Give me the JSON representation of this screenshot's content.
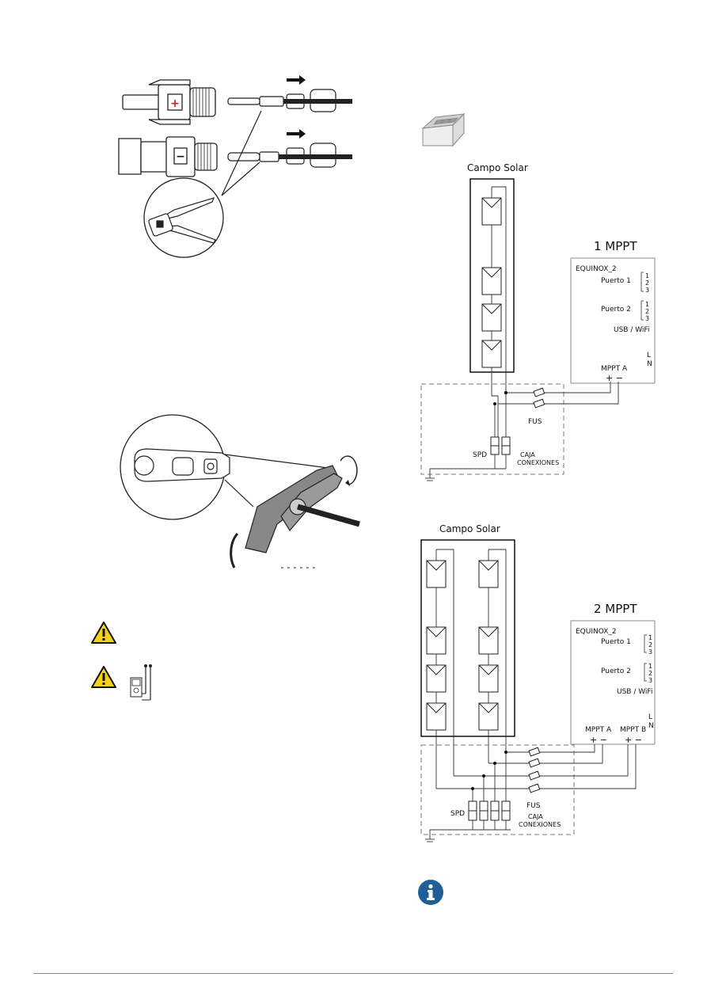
{
  "diagram1": {
    "field_label": "Campo Solar",
    "title": "1 MPPT",
    "inverter": {
      "model": "EQUINOX_2",
      "port1": "Puerto 1",
      "port2": "Puerto 2",
      "pins": [
        "1",
        "2",
        "3"
      ],
      "usb": "USB / WiFi",
      "l": "L",
      "n": "N",
      "mppt_a": "MPPT A",
      "polarity": "+ −"
    },
    "fus": "FUS",
    "spd": "SPD",
    "box1": "CAJA",
    "box2": "CONEXIONES"
  },
  "diagram2": {
    "field_label": "Campo Solar",
    "title": "2 MPPT",
    "inverter": {
      "model": "EQUINOX_2",
      "port1": "Puerto 1",
      "port2": "Puerto 2",
      "pins": [
        "1",
        "2",
        "3"
      ],
      "usb": "USB / WiFi",
      "l": "L",
      "n": "N",
      "mppt_a": "MPPT A",
      "mppt_b": "MPPT B",
      "polarity": "+ −"
    },
    "fus": "FUS",
    "spd": "SPD",
    "box1": "CAJA",
    "box2": "CONEXIONES"
  },
  "connector_marks": {
    "plus": "+",
    "minus": "−"
  },
  "colors": {
    "warning": "#f7d117",
    "info": "#1f5f96",
    "accent_red": "#d71920"
  }
}
